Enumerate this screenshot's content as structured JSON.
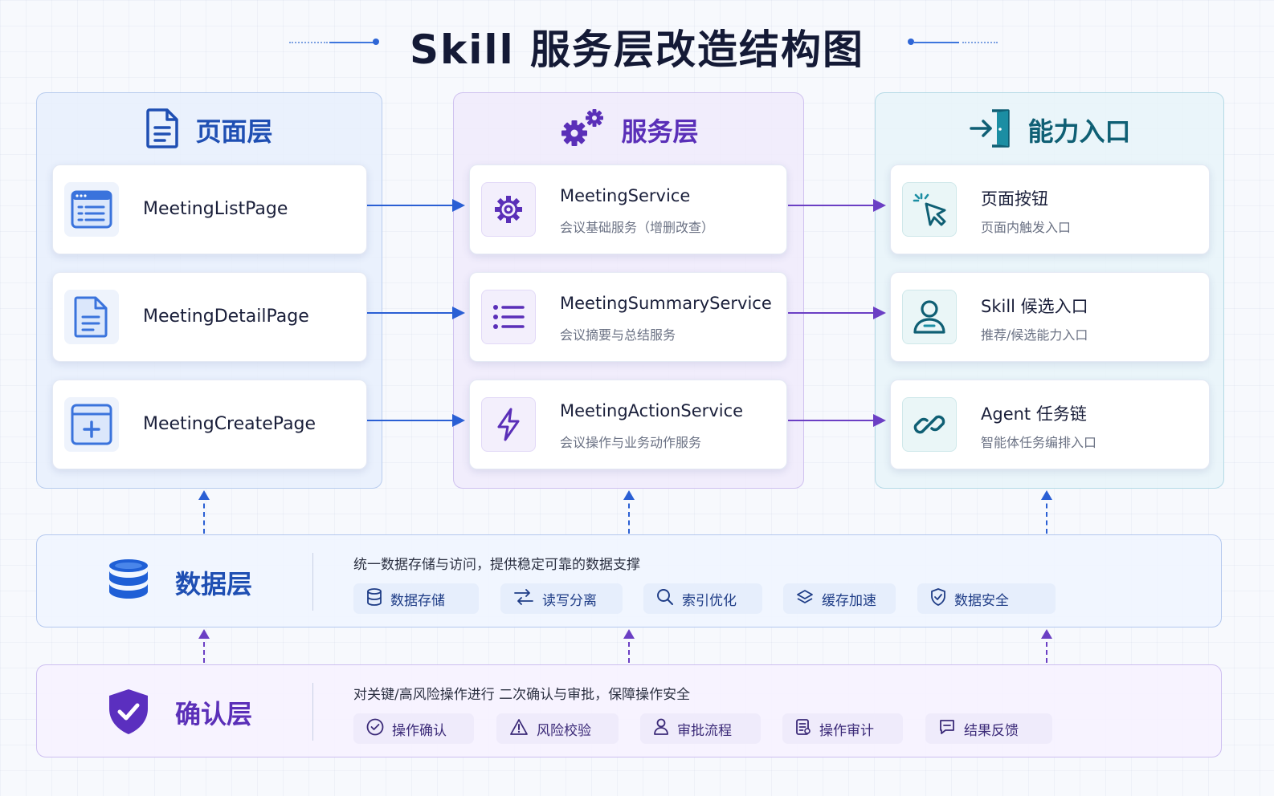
{
  "title": "Skill 服务层改造结构图",
  "columns": {
    "page": {
      "title": "页面层",
      "icon": "document-icon",
      "items": [
        {
          "name": "MeetingListPage",
          "icon": "list-window-icon"
        },
        {
          "name": "MeetingDetailPage",
          "icon": "document-icon"
        },
        {
          "name": "MeetingCreatePage",
          "icon": "add-window-icon"
        }
      ]
    },
    "service": {
      "title": "服务层",
      "icon": "gears-icon",
      "items": [
        {
          "name": "MeetingService",
          "desc": "会议基础服务（增删改查）",
          "icon": "gear-icon"
        },
        {
          "name": "MeetingSummaryService",
          "desc": "会议摘要与总结服务",
          "icon": "list-icon"
        },
        {
          "name": "MeetingActionService",
          "desc": "会议操作与业务动作服务",
          "icon": "lightning-icon"
        }
      ]
    },
    "capability": {
      "title": "能力入口",
      "icon": "enter-door-icon",
      "items": [
        {
          "name": "页面按钮",
          "desc": "页面内触发入口",
          "icon": "cursor-click-icon"
        },
        {
          "name": "Skill 候选入口",
          "desc": "推荐/候选能力入口",
          "icon": "user-icon"
        },
        {
          "name": "Agent 任务链",
          "desc": "智能体任务编排入口",
          "icon": "link-icon"
        }
      ]
    }
  },
  "data_layer": {
    "title": "数据层",
    "icon": "database-icon",
    "desc": "统一数据存储与访问，提供稳定可靠的数据支撑",
    "chips": [
      {
        "label": "数据存储",
        "icon": "database-icon"
      },
      {
        "label": "读写分离",
        "icon": "split-arrows-icon"
      },
      {
        "label": "索引优化",
        "icon": "search-icon"
      },
      {
        "label": "缓存加速",
        "icon": "layers-icon"
      },
      {
        "label": "数据安全",
        "icon": "shield-check-icon"
      }
    ]
  },
  "confirm_layer": {
    "title": "确认层",
    "icon": "shield-check-icon",
    "desc": "对关键/高风险操作进行 二次确认与审批，保障操作安全",
    "chips": [
      {
        "label": "操作确认",
        "icon": "check-circle-icon"
      },
      {
        "label": "风险校验",
        "icon": "warning-icon"
      },
      {
        "label": "审批流程",
        "icon": "user-icon"
      },
      {
        "label": "操作审计",
        "icon": "audit-list-icon"
      },
      {
        "label": "结果反馈",
        "icon": "feedback-icon"
      }
    ]
  },
  "colors": {
    "page_accent": "#1f4fb3",
    "service_accent": "#5a2fb8",
    "capability_accent": "#0f5f74",
    "arrow_blue": "#2a5fd4",
    "arrow_purple": "#6b3fc4"
  }
}
